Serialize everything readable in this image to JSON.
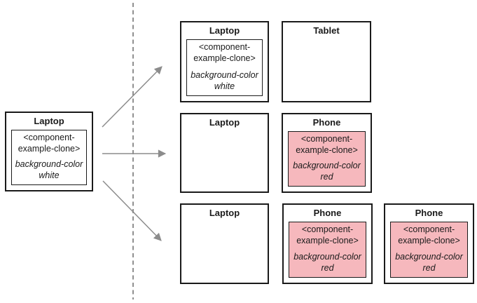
{
  "colors": {
    "clone_white_fill": "#ffffff",
    "clone_red_fill": "#f6b8bd",
    "box_border": "#1a1a1a",
    "arrow_gray": "#8c8c8c"
  },
  "source_box": {
    "device": "Laptop",
    "clone": {
      "tag": "<component-example-clone>",
      "style_property": "background-color",
      "style_value": "white",
      "fill": "#ffffff"
    }
  },
  "rows": [
    {
      "boxes": [
        {
          "device": "Laptop",
          "clone": {
            "tag": "<component-example-clone>",
            "style_property": "background-color",
            "style_value": "white",
            "fill": "#ffffff"
          }
        },
        {
          "device": "Tablet"
        }
      ]
    },
    {
      "boxes": [
        {
          "device": "Laptop"
        },
        {
          "device": "Phone",
          "clone": {
            "tag": "<component-example-clone>",
            "style_property": "background-color",
            "style_value": "red",
            "fill": "#f6b8bd"
          }
        }
      ]
    },
    {
      "boxes": [
        {
          "device": "Laptop"
        },
        {
          "device": "Phone",
          "clone": {
            "tag": "<component-example-clone>",
            "style_property": "background-color",
            "style_value": "red",
            "fill": "#f6b8bd"
          }
        },
        {
          "device": "Phone",
          "clone": {
            "tag": "<component-example-clone>",
            "style_property": "background-color",
            "style_value": "red",
            "fill": "#f6b8bd"
          }
        }
      ]
    }
  ]
}
